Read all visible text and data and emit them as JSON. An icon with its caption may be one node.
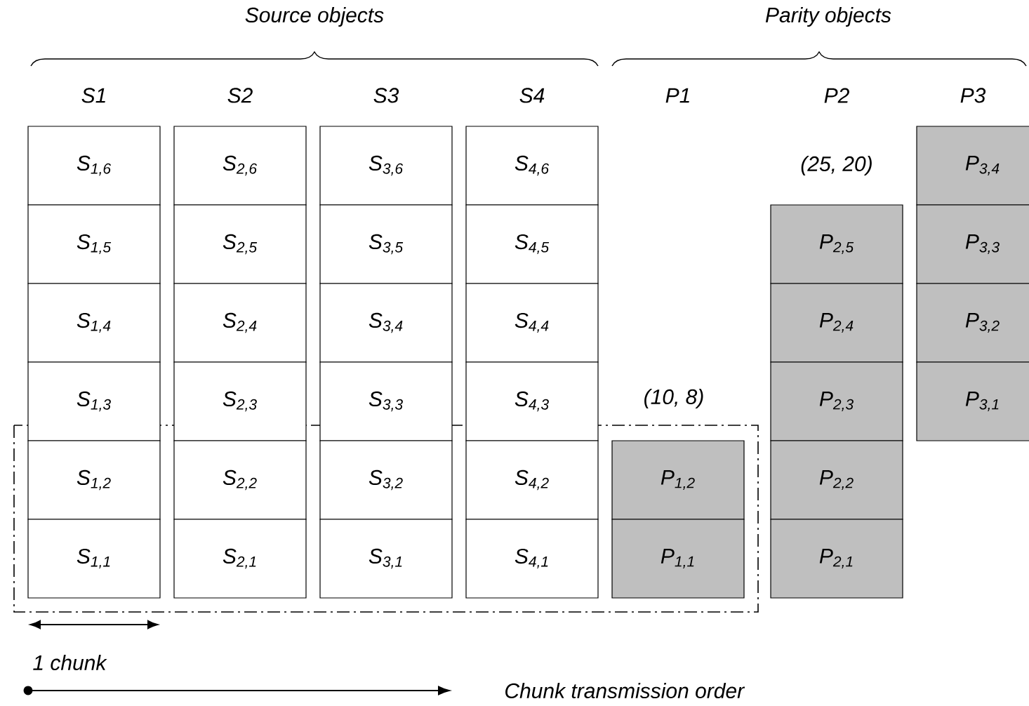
{
  "diagram": {
    "nodes": [
      {
        "text": [
          "S$_{1,6}$"
        ]
      },
      {
        "text": [
          "S$_{2,6}$"
        ]
      },
      {
        "text": [
          "S$_{3,6}$"
        ]
      },
      {
        "text": [
          "S$_{4,6}$"
        ]
      },
      {
        "text": [
          "P$_{3,4}$"
        ]
      },
      {
        "text": [
          "S$_{1,5}$"
        ]
      },
      {
        "text": [
          "S$_{2,5}$"
        ]
      },
      {
        "text": [
          "S$_{3,5}$"
        ]
      },
      {
        "text": [
          "S$_{4,5}$"
        ]
      },
      {
        "text": [
          "P$_{2,5}$"
        ]
      },
      {
        "text": [
          "P$_{3,3}$"
        ]
      },
      {
        "text": [
          "S$_{1,4}$"
        ]
      },
      {
        "text": [
          "S$_{2,4}$"
        ]
      },
      {
        "text": [
          "S$_{3,4}$"
        ]
      },
      {
        "text": [
          "S$_{4,4}$"
        ]
      },
      {
        "text": [
          "P$_{2,4}$"
        ]
      },
      {
        "text": [
          "P$_{3,2}$"
        ]
      },
      {
        "text": [
          "S$_{1,3}$"
        ]
      },
      {
        "text": [
          "S$_{2,3}$"
        ]
      },
      {
        "text": [
          "S$_{3,3}$"
        ]
      },
      {
        "text": [
          "S$_{4,3}$"
        ]
      },
      {
        "text": [
          "P$_{2,3}$"
        ]
      },
      {
        "text": [
          "P$_{3,1}$"
        ]
      },
      {
        "text": [
          "S$_{1,2}$"
        ]
      },
      {
        "text": [
          "S$_{2,2}$"
        ]
      },
      {
        "text": [
          "S$_{3,2}$"
        ]
      },
      {
        "text": [
          "S$_{4,2}$"
        ]
      },
      {
        "text": [
          "P$_{1,2}$"
        ]
      },
      {
        "text": [
          "P$_{2,2}$"
        ]
      },
      {
        "text": [
          "S$_{1,1}$"
        ]
      },
      {
        "text": [
          "S$_{2,1}$"
        ]
      },
      {
        "text": [
          "S$_{3,1}$"
        ]
      },
      {
        "text": [
          "S$_{4,1}$"
        ]
      },
      {
        "text": [
          "P$_{1,1}$"
        ]
      },
      {
        "text": [
          "P$_{2,1}$"
        ]
      }
    ],
    "labels": [
      "Source objects",
      "Parity objects",
      "S1",
      "S2",
      "S3",
      "S4",
      "P1",
      "P2",
      "P3",
      "(25, 20)",
      "(10, 8)",
      "1 chunk",
      "Chunk transmission order"
    ]
  }
}
